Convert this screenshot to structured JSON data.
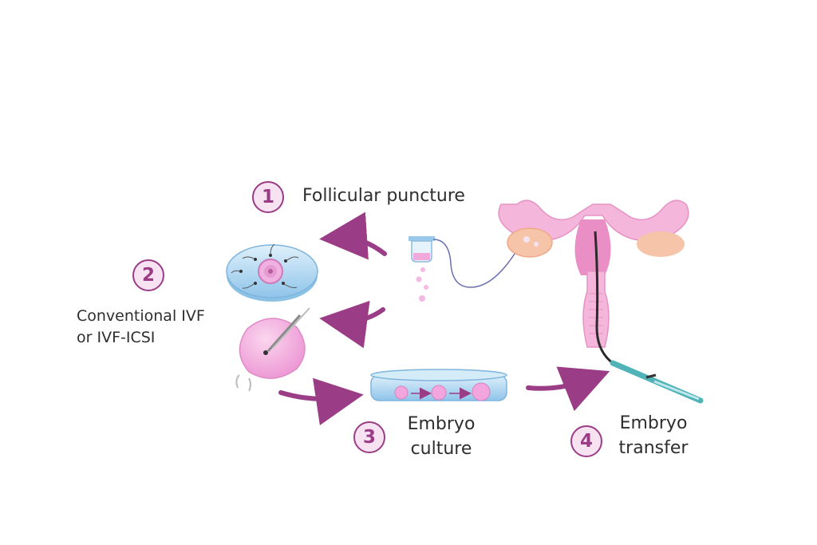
{
  "steps": [
    {
      "number": "1",
      "label_lines": [
        "Follicular puncture"
      ]
    },
    {
      "number": "2",
      "label_lines": [
        "Conventional IVF",
        "or IVF-ICSI"
      ]
    },
    {
      "number": "3",
      "label_lines": [
        "Embryo",
        "culture"
      ]
    },
    {
      "number": "4",
      "label_lines": [
        "Embryo",
        "transfer"
      ]
    }
  ],
  "colors": {
    "accent": "#9b3d86",
    "badge_fill": "#f7e2f2",
    "uterus": "#ef9fcf",
    "ovary": "#f6c4a8",
    "dish": "#b9dcf4",
    "egg": "#f3a6dd",
    "catheter": "#4fb3b8"
  }
}
